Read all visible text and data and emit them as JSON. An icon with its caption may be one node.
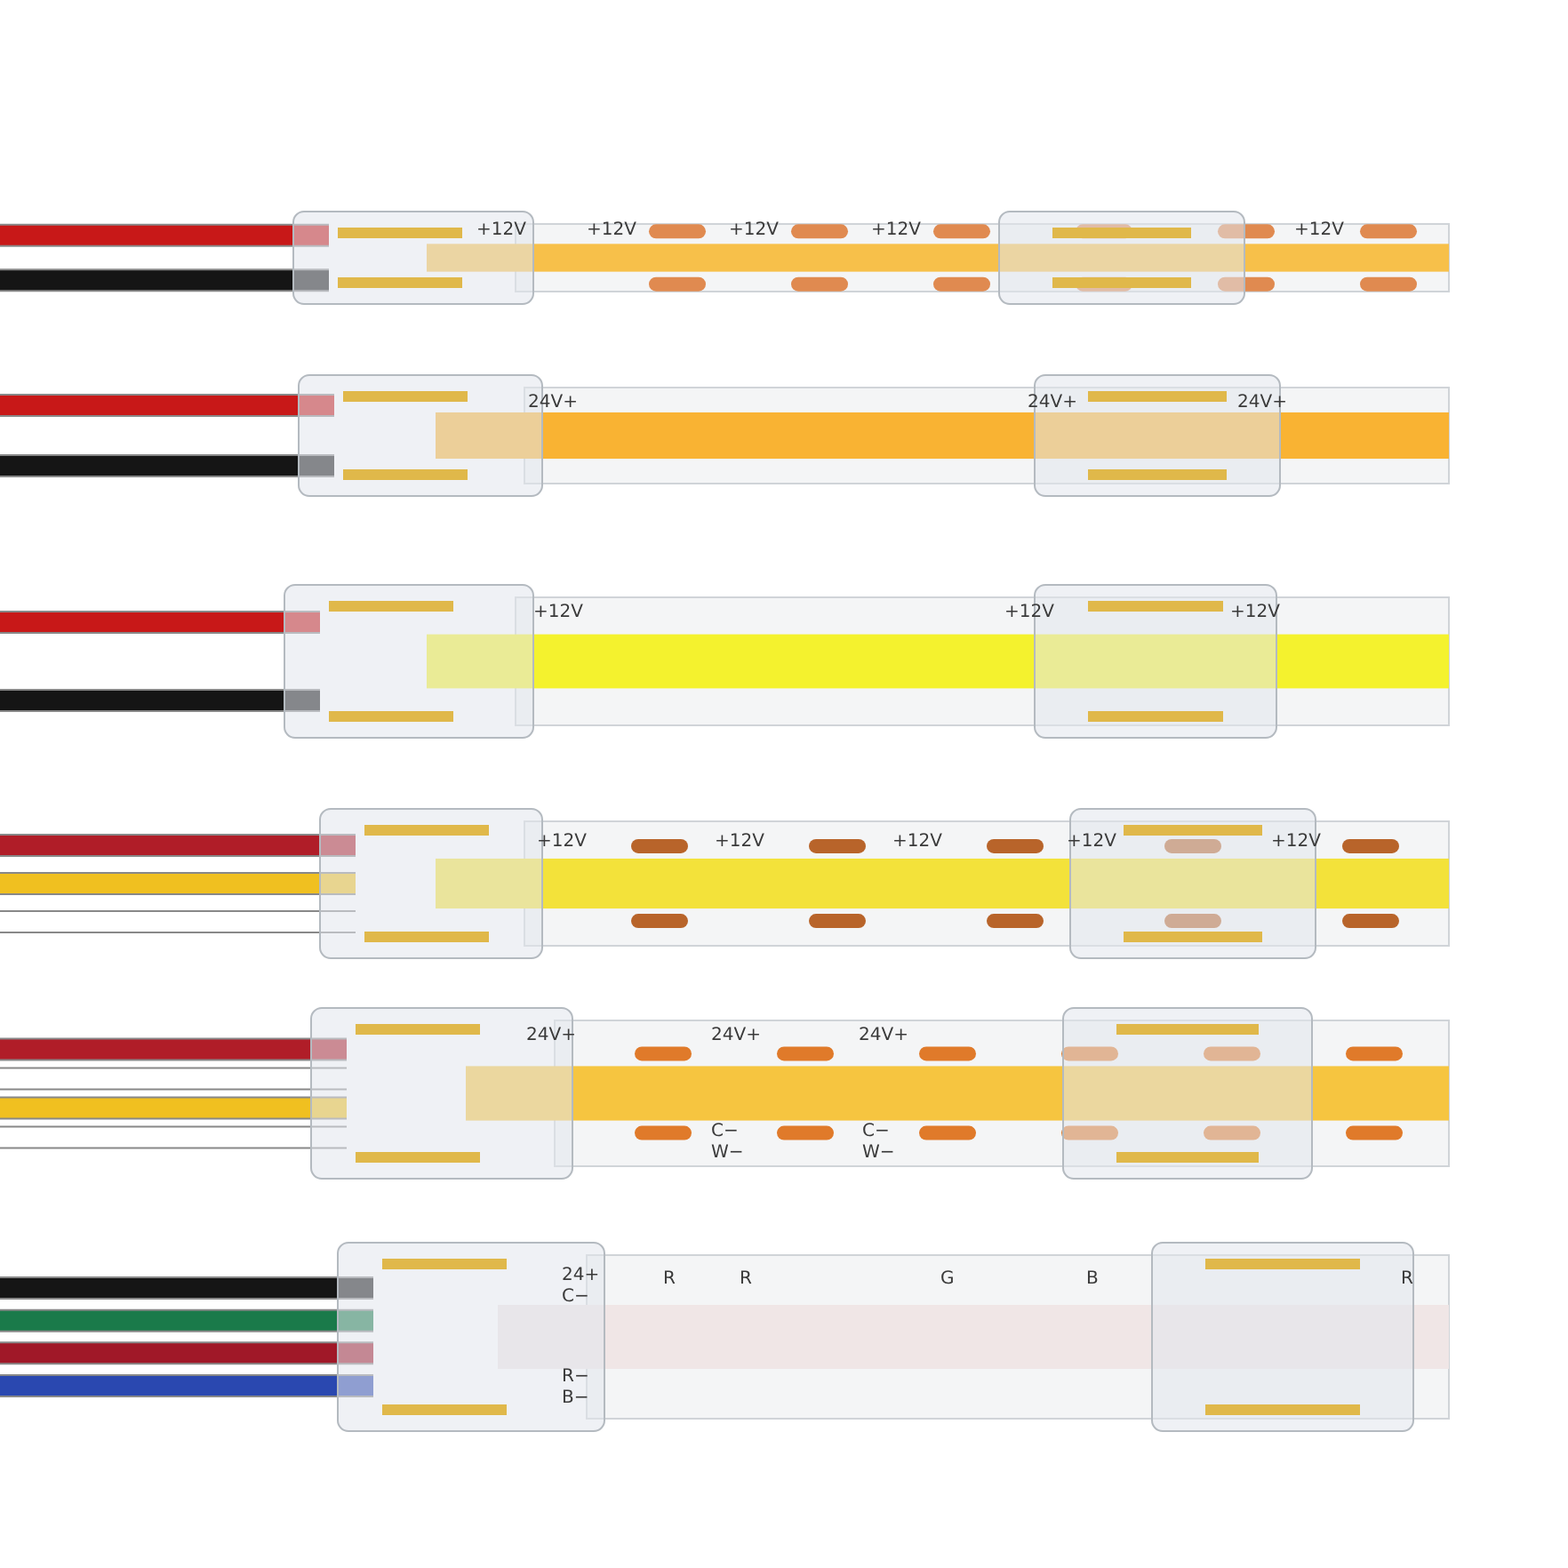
{
  "diagram": {
    "labels": [
      "+12V",
      "+12V",
      "+12V",
      "+12V",
      "+12V",
      "24V+",
      "24V+",
      "24V+",
      "+12V",
      "+12V",
      "+12V",
      "+12V",
      "+12V",
      "+12V",
      "+12V",
      "+12V",
      "24V+",
      "24V+",
      "24V+",
      "C−",
      "C−",
      "W−",
      "W−",
      "24+",
      "R",
      "R",
      "G",
      "B",
      "R",
      "C−",
      "R−",
      "B−"
    ]
  }
}
